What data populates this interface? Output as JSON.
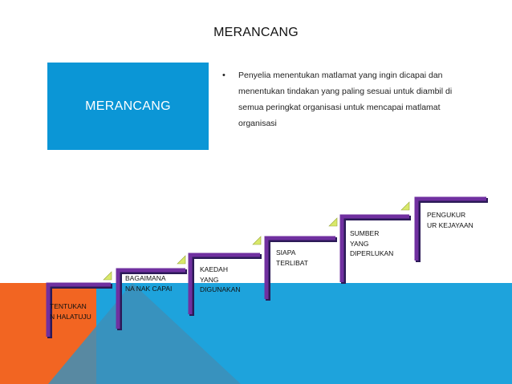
{
  "slide": {
    "title": "MERANCANG",
    "box_label": "MERANCANG",
    "bullet_text": "Penyelia menentukan matlamat yang ingin dicapai dan menentukan tindakan yang paling sesuai untuk diambil di semua peringkat organisasi untuk mencapai matlamat organisasi"
  },
  "steps": [
    {
      "label": "TENTUKAN\nN HALATUJU"
    },
    {
      "label": "BAGAIMANA\nNA NAK CAPAI"
    },
    {
      "label": "KAEDAH\nYANG\nDIGUNAKAN"
    },
    {
      "label": "SIAPA\nTERLIBAT"
    },
    {
      "label": "SUMBER\nYANG\nDIPERLUKAN"
    },
    {
      "label": "PENGUKUR\nUR KEJAYAAN"
    }
  ],
  "colors": {
    "title_box": "#0b96d6",
    "water": "#1ea3dc",
    "orange": "#f26522",
    "step": "#7030a0",
    "step_shadow": "#2b1a57",
    "arrow": "#d8e86a"
  }
}
